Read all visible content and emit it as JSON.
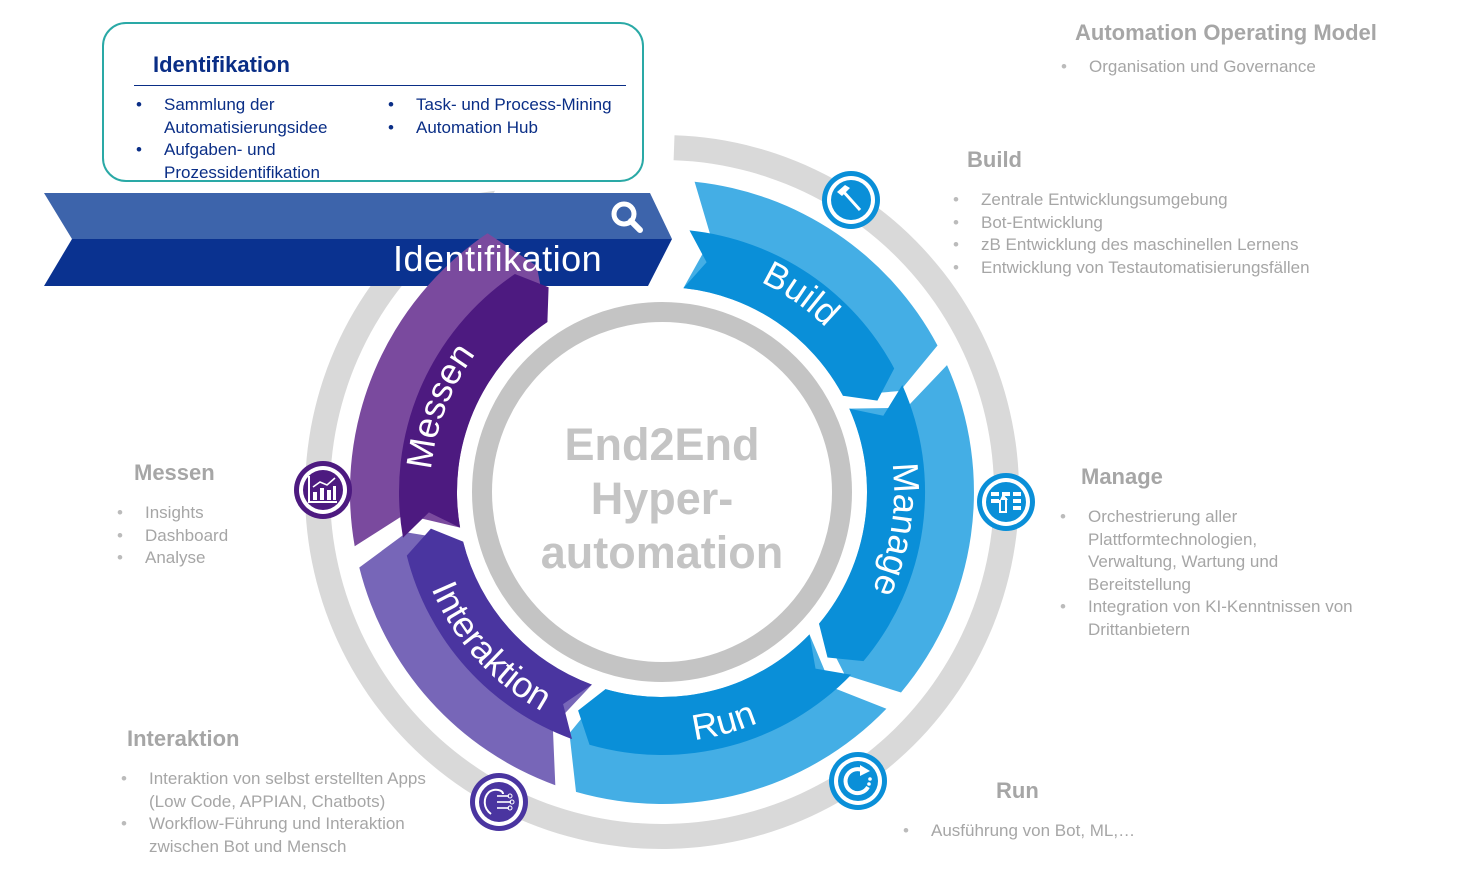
{
  "identification_box": {
    "title": "Identifikation",
    "column1": [
      "Sammlung der Automatisierungsidee",
      "Aufgaben- und Prozessidentifikation"
    ],
    "column2": [
      "Task- und Process-Mining",
      "Automation Hub"
    ]
  },
  "identification_arrow": {
    "label": "Identifikation",
    "icon": "search-icon"
  },
  "center": {
    "line1": "End2End",
    "line2": "Hyper-",
    "line3": "automation"
  },
  "ring_segments": [
    {
      "id": "build",
      "label": "Build",
      "icon": "hammer-icon"
    },
    {
      "id": "manage",
      "label": "Manage",
      "icon": "orchestration-board-icon"
    },
    {
      "id": "run",
      "label": "Run",
      "icon": "refresh-cycle-icon"
    },
    {
      "id": "interaktion",
      "label": "Interaktion",
      "icon": "ai-brain-circuit-icon"
    },
    {
      "id": "messen",
      "label": "Messen",
      "icon": "bar-chart-trend-icon"
    }
  ],
  "operating_model": {
    "title": "Automation Operating Model",
    "items": [
      "Organisation und Governance"
    ]
  },
  "sections": {
    "build": {
      "title": "Build",
      "items": [
        "Zentrale Entwicklungsumgebung",
        "Bot-Entwicklung",
        "zB Entwicklung des maschinellen Lernens",
        "Entwicklung von Testautomatisierungsfällen"
      ]
    },
    "manage": {
      "title": "Manage",
      "items": [
        "Orchestrierung aller Plattformtechnologien, Verwaltung, Wartung und Bereitstellung",
        "Integration von KI-Kenntnissen von Drittanbietern"
      ]
    },
    "run": {
      "title": "Run",
      "items": [
        "Ausführung von Bot, ML,…"
      ]
    },
    "interaktion": {
      "title": "Interaktion",
      "items": [
        "Interaktion von selbst erstellten Apps (Low Code, APPIAN, Chatbots)",
        "Workflow-Führung und Interaktion zwischen Bot und Mensch"
      ]
    },
    "messen": {
      "title": "Messen",
      "items": [
        "Insights",
        "Dashboard",
        "Analyse"
      ]
    }
  },
  "colors": {
    "id_dark": "#0a3290",
    "id_light": "#3d64ab",
    "blue_dark": "#0a8fd8",
    "blue_light": "#44aee5",
    "purple_dark": "#4d1a80",
    "purple_mid": "#7a4a9e",
    "indigo_dark": "#4a35a0",
    "indigo_light": "#7766b8",
    "gray_ring": "#d9d9d9",
    "inner_ring": "#c4c4c4",
    "teal_border": "#2aa9a6"
  }
}
